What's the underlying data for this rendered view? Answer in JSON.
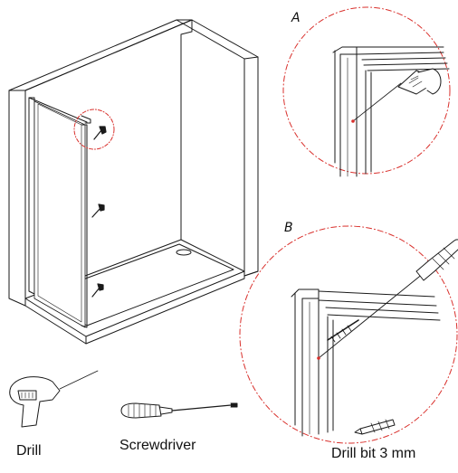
{
  "details": {
    "a": "A",
    "b": "B"
  },
  "tools": {
    "drill": "Drill",
    "screwdriver": "Screwdriver",
    "drill_bit": "Drill bit 3 mm"
  },
  "colors": {
    "line": "#1a1a1a",
    "detail_circle": "#d9302c",
    "panel_fill": "#ffffff"
  }
}
